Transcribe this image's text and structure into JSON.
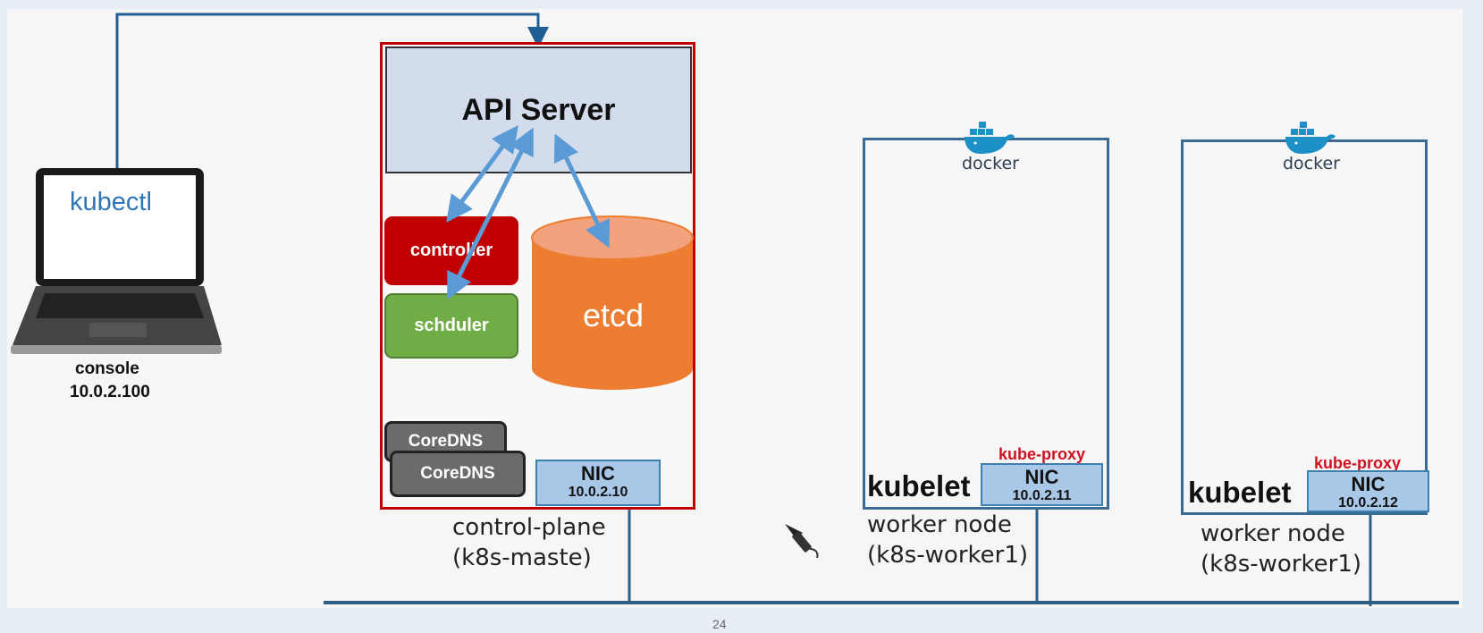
{
  "console": {
    "app_label": "kubectl",
    "name": "console",
    "ip": "10.0.2.100"
  },
  "control_plane": {
    "api_server": "API Server",
    "controller": "controller",
    "scheduler": "schduler",
    "etcd": "etcd",
    "coredns": [
      "CoreDNS",
      "CoreDNS"
    ],
    "nic": {
      "label": "NIC",
      "ip": "10.0.2.10"
    },
    "label_line1": "control-plane",
    "label_line2": "(k8s-maste)"
  },
  "workers": [
    {
      "docker": "docker",
      "kubelet": "kubelet",
      "kube_proxy": "kube-proxy",
      "nic_label": "NIC",
      "ip": "10.0.2.11",
      "label_line1": "worker node",
      "label_line2": "(k8s-worker1)"
    },
    {
      "docker": "docker",
      "kubelet": "kubelet",
      "kube_proxy": "kube-proxy",
      "nic_label": "NIC",
      "ip": "10.0.2.12",
      "label_line1": "worker node",
      "label_line2": "(k8s-worker1)"
    }
  ],
  "page_number": "24",
  "colors": {
    "api_server_bg": "#d3dcec",
    "controller": "#c00000",
    "scheduler": "#70ad47",
    "etcd": "#ed7d31",
    "control_plane_border": "#c00000",
    "node_border": "#3b6a94",
    "network_line": "#2d5f86",
    "arrow": "#5b9bd5",
    "kube_proxy_text": "#d01020"
  }
}
